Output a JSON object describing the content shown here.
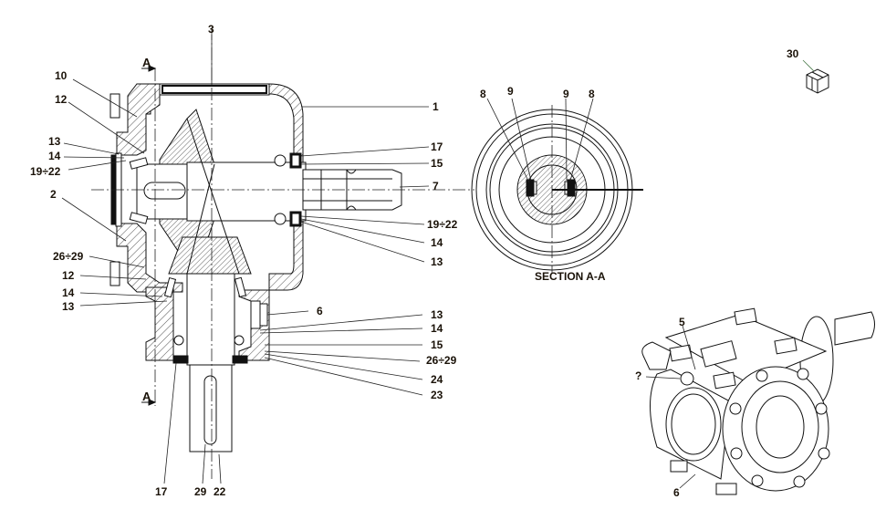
{
  "drawing": {
    "section_label": "SECTION A-A",
    "section_marker": "A",
    "callouts_main": {
      "c3": "3",
      "c1": "1",
      "c10": "10",
      "c12a": "12",
      "c13a": "13",
      "c14a": "14",
      "c19_22a": "19÷22",
      "c2": "2",
      "c17a": "17",
      "c15a": "15",
      "c7": "7",
      "c19_22b": "19÷22",
      "c14b": "14",
      "c13b": "13",
      "c26_29a": "26÷29",
      "c12b": "12",
      "c14c": "14",
      "c13c": "13",
      "c6": "6",
      "c13d": "13",
      "c14d": "14",
      "c15b": "15",
      "c26_29b": "26÷29",
      "c24": "24",
      "c23": "23",
      "c17b": "17",
      "c29": "29",
      "c22": "22"
    },
    "callouts_section": {
      "c8a": "8",
      "c9a": "9",
      "c9b": "9",
      "c8b": "8"
    },
    "callouts_iso": {
      "c30": "30",
      "c5": "5",
      "cq": "?",
      "c6": "6"
    }
  }
}
